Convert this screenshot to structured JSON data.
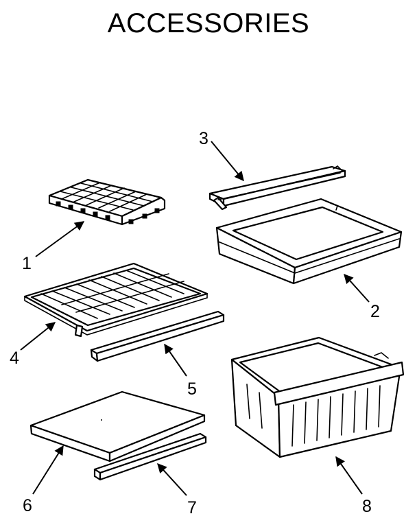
{
  "title": "ACCESSORIES",
  "parts": [
    {
      "number": "1",
      "name": "ice-cube-tray"
    },
    {
      "number": "2",
      "name": "meat-pan"
    },
    {
      "number": "3",
      "name": "meat-pan-cover"
    },
    {
      "number": "4",
      "name": "wire-shelf"
    },
    {
      "number": "5",
      "name": "shelf-trim"
    },
    {
      "number": "6",
      "name": "glass-shelf"
    },
    {
      "number": "7",
      "name": "glass-shelf-trim"
    },
    {
      "number": "8",
      "name": "crisper-drawer"
    }
  ]
}
